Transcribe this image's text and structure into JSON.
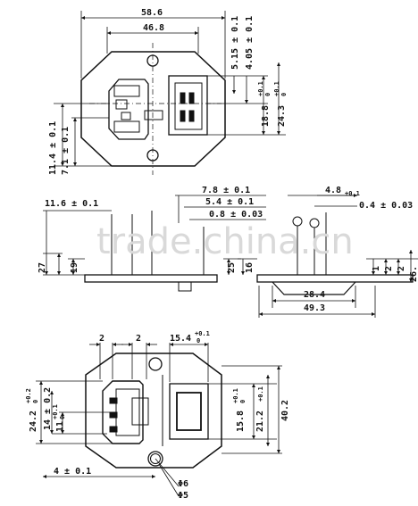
{
  "watermark": "trade.china.cn",
  "top_view": {
    "overall_width": "58.6",
    "hole_pitch": "46.8",
    "dim_515": "5.15 ± 0.1",
    "dim_405": "4.05 ± 0.1",
    "dim_188": "18.8",
    "tol_188_top": "+0.1",
    "tol_188_bot": "0",
    "dim_243": "24.3",
    "tol_243_top": "+0.1",
    "tol_243_bot": "0",
    "dim_114": "11.4 ± 0.1",
    "dim_71": "7.1 ± 0.1"
  },
  "side_left": {
    "dim_116": "11.6 ± 0.1",
    "dim_27": "27",
    "dim_19": "19"
  },
  "side_center": {
    "dim_78": "7.8 ± 0.1",
    "dim_54": "5.4 ± 0.1",
    "dim_08": "0.8 ± 0.03",
    "dim_25": "25",
    "dim_16": "16",
    "dim_284": "28.4",
    "dim_493": "49.3"
  },
  "side_right": {
    "dim_48": "4.8",
    "tol_48": "+0.1",
    "dim_04": "0.4 ± 0.03",
    "dim_1": "1",
    "dim_2a": "2",
    "dim_2b": "2",
    "dim_26": "26."
  },
  "bottom_view": {
    "dim_2a": "2",
    "dim_2b": "2",
    "dim_154": "15.4",
    "tol_154_top": "+0.1",
    "tol_154_bot": "0",
    "dim_242": "24.2",
    "tol_242_top": "+0.2",
    "tol_242_bot": "0",
    "dim_14": "14 ± 0.2",
    "dim_11": "11",
    "tol_11_top": "+0.1",
    "tol_11_bot": "0",
    "dim_158": "15.8",
    "tol_158_top": "+0.1",
    "tol_158_bot": "0",
    "dim_212": "21.2",
    "tol_212": "+0.1",
    "dim_402": "40.2",
    "dim_4": "4 ± 0.1",
    "dim_phi6": "Φ6",
    "dim_phi5": "Φ5"
  }
}
